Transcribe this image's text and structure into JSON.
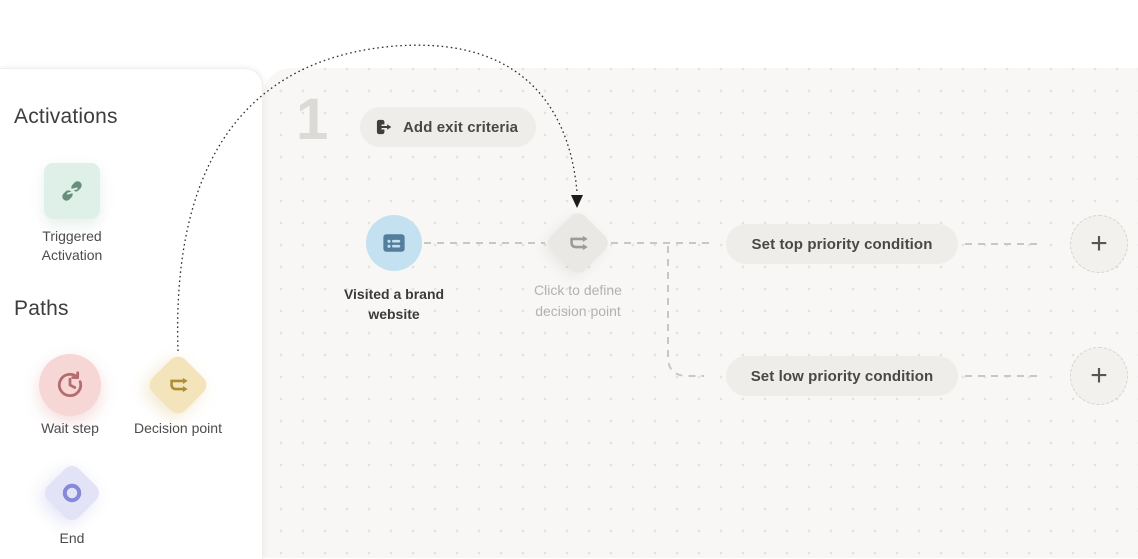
{
  "sidebar": {
    "sections": [
      {
        "title": "Activations",
        "items": [
          {
            "label": "Triggered Activation",
            "icon": "link-bolt-icon"
          }
        ]
      },
      {
        "title": "Paths",
        "items": [
          {
            "label": "Wait step",
            "icon": "clock-history-icon"
          },
          {
            "label": "Decision point",
            "icon": "branch-arrows-icon"
          },
          {
            "label": "End",
            "icon": "ring-icon"
          }
        ]
      }
    ]
  },
  "canvas": {
    "step_number": "1",
    "exit_button": {
      "label": "Add exit criteria",
      "icon": "exit-door-arrow-icon"
    },
    "trigger_node": {
      "label": "Visited a brand website",
      "icon": "browser-list-icon"
    },
    "decision_node": {
      "label": "Click to define decision point",
      "icon": "branch-arrows-icon"
    },
    "branches": [
      {
        "label": "Set top priority condition",
        "add_label": "+"
      },
      {
        "label": "Set low priority condition",
        "add_label": "+"
      }
    ]
  },
  "colors": {
    "canvas_bg": "#f8f7f5",
    "dot_grid": "#e4e2df",
    "trigger_bg": "#dff0e8",
    "trigger_icon": "#678f7b",
    "wait_bg": "#f7d7d5",
    "wait_icon": "#b26e6e",
    "decision_bg": "#f3e4bb",
    "decision_icon": "#ad8e35",
    "end_bg": "#e3e3f8",
    "end_icon": "#8688d8",
    "node_bg": "#c4e1f2",
    "node_icon": "#537e9c",
    "pill_bg": "#eeedea",
    "connector": "#c9c7c4",
    "drag_path": "#2e2e2e"
  }
}
